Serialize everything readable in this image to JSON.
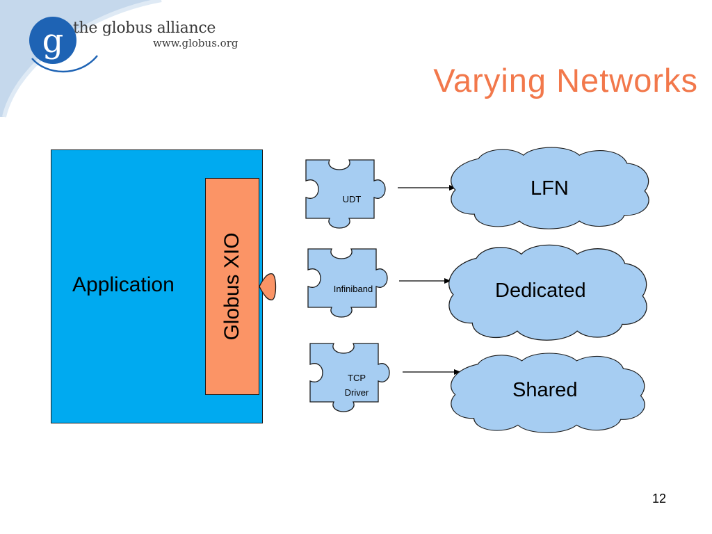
{
  "header": {
    "logo_name": "the globus alliance",
    "logo_url": "www.globus.org",
    "logo_letter": "g"
  },
  "slide": {
    "title": "Varying Networks",
    "page_number": "12"
  },
  "diagram": {
    "application_label": "Application",
    "middleware_label": "Globus XIO",
    "drivers": [
      {
        "id": "udt",
        "lines": [
          "UDT"
        ]
      },
      {
        "id": "infiniband",
        "lines": [
          "Infiniband"
        ]
      },
      {
        "id": "tcp",
        "lines": [
          "TCP",
          "Driver"
        ]
      }
    ],
    "networks": [
      {
        "id": "lfn",
        "label": "LFN"
      },
      {
        "id": "dedicated",
        "label": "Dedicated"
      },
      {
        "id": "shared",
        "label": "Shared"
      }
    ]
  },
  "colors": {
    "title": "#f2784b",
    "application_fill": "#00aaf0",
    "xio_fill": "#fb9466",
    "puzzle_fill": "#a6cdf2",
    "cloud_fill": "#a6cdf2",
    "swoosh": "#bfd4ea",
    "logo_blue": "#1e63b4"
  }
}
